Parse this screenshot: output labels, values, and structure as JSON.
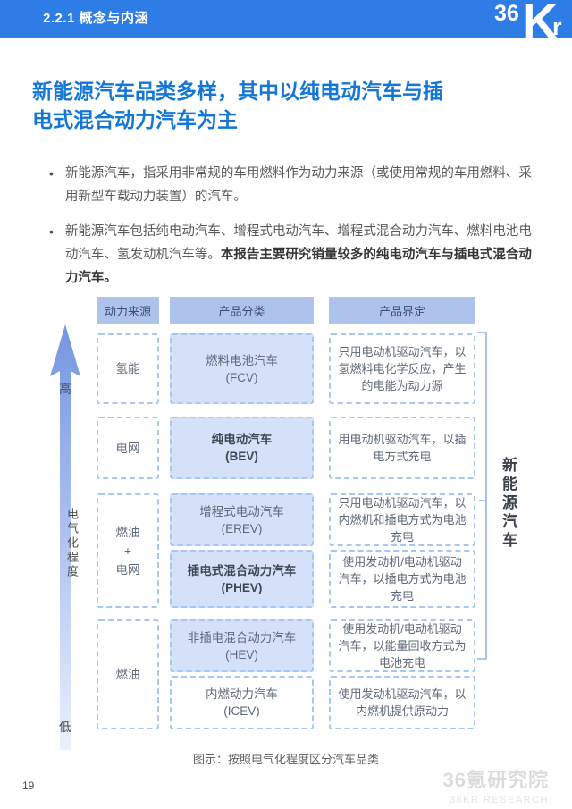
{
  "header": {
    "section_title": "2.2.1 概念与内涵",
    "logo": {
      "part_36": "36",
      "part_k": "K",
      "part_r": "r"
    }
  },
  "title": {
    "line1": "新能源汽车品类多样，其中以纯电动汽车与插",
    "line2": "电式混合动力汽车为主"
  },
  "bullets": {
    "marker": "•",
    "items": [
      {
        "text": "新能源汽车，指采用非常规的车用燃料作为动力来源（或使用常规的车用燃料、采用新型车载动力装置）的汽车。",
        "bold_text": ""
      },
      {
        "text": "新能源汽车包括纯电动汽车、增程式电动汽车、增程式混合动力汽车、燃料电池电动汽车、氢发动机汽车等。",
        "bold_text": "本报告主要研究销量较多的纯电动汽车与插电式混合动力汽车。"
      }
    ]
  },
  "diagram": {
    "axis": {
      "high": "高",
      "low": "低",
      "label": "电气化程度"
    },
    "column_headers": [
      "动力来源",
      "产品分类",
      "产品界定"
    ],
    "groups": [
      {
        "source": [
          "氢能"
        ],
        "rows": [
          {
            "name": "燃料电池汽车",
            "code": "(FCV)",
            "definition": "只用电动机驱动汽车，以氢燃料电化学反应，产生的电能为动力源"
          }
        ]
      },
      {
        "source": [
          "电网"
        ],
        "rows": [
          {
            "name": "纯电动汽车",
            "code": "(BEV)",
            "definition": "用电动机驱动汽车，以插电方式充电"
          }
        ]
      },
      {
        "source": [
          "燃油",
          "+",
          "电网"
        ],
        "rows": [
          {
            "name": "增程式电动汽车",
            "code": "(EREV)",
            "definition": "只用电动机驱动汽车，以内燃机和插电方式为电池充电"
          },
          {
            "name": "插电式混合动力汽车",
            "code": "(PHEV)",
            "definition": "使用发动机/电动机驱动汽车，以插电方式为电池充电"
          }
        ]
      },
      {
        "source": [
          "燃油"
        ],
        "rows": [
          {
            "name": "非插电混合动力汽车",
            "code": "(HEV)",
            "definition": "使用发动机/电动机驱动汽车，以能量回收方式为电池充电"
          },
          {
            "name": "内燃动力汽车",
            "code": "(ICEV)",
            "definition": "使用发动机驱动汽车，以内燃机提供原动力"
          }
        ]
      }
    ],
    "group_label": "新能源汽车",
    "caption": "图示：按照电气化程度区分汽车品类"
  },
  "footer": {
    "page_number": "19",
    "brand_cn": "36氪研究院",
    "brand_en": "36KR RESEARCH"
  },
  "colors": {
    "header_bar": "#2E7CE6",
    "title_blue": "#1477D8",
    "table_header_bg": "#AEC3EC",
    "cell_fill": "#D4E1F8",
    "dashed_border": "#A6C7F2",
    "arrow_top": "#7495E2",
    "arrow_bottom": "#EAF1FD"
  }
}
